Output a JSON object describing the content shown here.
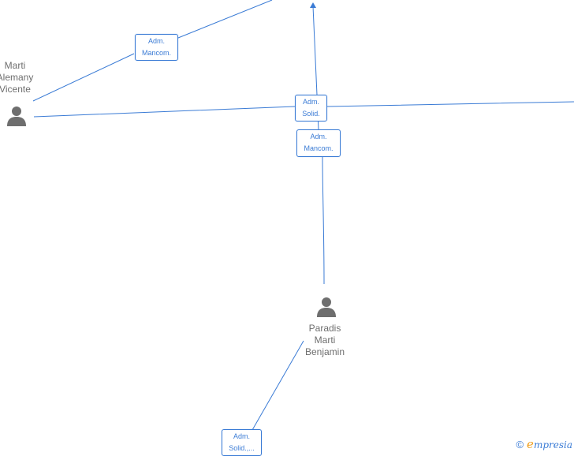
{
  "nodes": {
    "left_person": {
      "name": "Marti\nAlemany\nVicente"
    },
    "center_person": {
      "name": "Paradis\nMarti\nBenjamin"
    }
  },
  "roles": {
    "top_left": "Adm.\nMancom.",
    "middle_solid": "Adm.\nSolid.",
    "middle_mancom": "Adm.\nMancom.",
    "bottom": "Adm.\nSolid.,..."
  },
  "footer": {
    "copyright_symbol": "©",
    "brand_e": "e",
    "brand_rest": "mpresia"
  },
  "colors": {
    "edge": "#3a7bd5",
    "person": "#6e6e6e"
  },
  "icons": [
    "person-icon",
    "arrow-head-icon",
    "copyright-icon"
  ]
}
